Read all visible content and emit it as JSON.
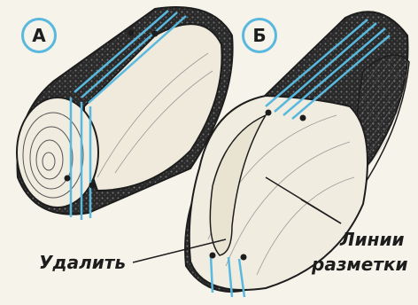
{
  "figure": {
    "panel_a_letter": "А",
    "panel_b_letter": "Б",
    "label_remove": "Удалить",
    "label_marking_line1": "Линии",
    "label_marking_line2": "разметки",
    "colors": {
      "marking_line": "#58b8de",
      "ink": "#1d1d1d",
      "paper": "#f6f3ea"
    }
  }
}
